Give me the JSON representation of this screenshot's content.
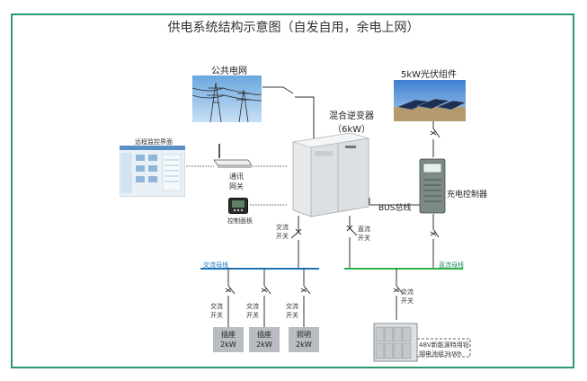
{
  "title": "供电系统结构示意图（自发自用，余电上网）",
  "labels": {
    "grid": "公共电网",
    "pv": "5kW光伏组件",
    "inverter_line1": "混合逆变器",
    "inverter_line2": "（6kW）",
    "remote": "远程监控界面",
    "comm_line1": "通讯",
    "comm_line2": "网关",
    "panel": "控制面板",
    "bus": "BUS总线",
    "charger": "充电控制器",
    "ac_switch_line1": "交流",
    "ac_switch_line2": "开关",
    "dc_switch_line1": "直流",
    "dc_switch_line2": "开关",
    "ac_bus": "交流母线",
    "dc_bus": "直流母线",
    "battery_line1": "48V新能源特用铅",
    "battery_line2": "钢电池组3kWh"
  },
  "loads": [
    {
      "name": "插座",
      "power": "2kW"
    },
    {
      "name": "插座",
      "power": "2kW"
    },
    {
      "name": "照明",
      "power": "2kW"
    }
  ],
  "colors": {
    "frame": "#2a9c6e",
    "ac_bus": "#1c74b8",
    "dc_bus": "#2bb04a",
    "load_fill": "#b9bcc0"
  }
}
